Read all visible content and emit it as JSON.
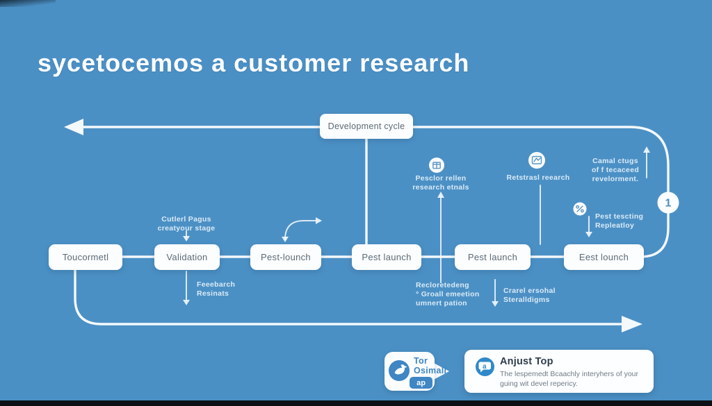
{
  "colors": {
    "background": "#4b90c5",
    "line": "#f4f9fc",
    "box_text": "#5d6a75",
    "accent": "#3e86c4"
  },
  "title": "sycetocemos a customer research",
  "development_cycle": {
    "label": "Development cycle"
  },
  "stages": [
    {
      "label": "Toucormetl"
    },
    {
      "label": "Validation"
    },
    {
      "label": "Pest-lounch"
    },
    {
      "label": "Pest launch"
    },
    {
      "label": "Pest launch"
    },
    {
      "label": "Eest lounch"
    }
  ],
  "milestone": {
    "number": "1"
  },
  "notes": {
    "above_validation": {
      "line1": "Cutlerl Pagus",
      "line2": "creatyour stage"
    },
    "below_validation": {
      "line1": "Feeebarch",
      "line2": "Resinats"
    },
    "above_launch_4": {
      "line1": "Pesclor rellen",
      "line2": "research etnals"
    },
    "above_launch_5": {
      "line1": "Retstrasl reearch"
    },
    "top_right": {
      "line1": "Camal ctugs",
      "line2": "of f tecaceed",
      "line3": "revelorment."
    },
    "mid_right": {
      "line1": "Pest tescting",
      "line2": "Repleatloy"
    },
    "below_launch_4": {
      "line1": "Recloretedeng",
      "line2": "° Groall emeetion",
      "line3": "umnert pation"
    },
    "below_launch_5": {
      "line1": "Crarel ersohal",
      "line2": "Steralldigms"
    }
  },
  "icons": {
    "above_launch_4": "gift-icon",
    "above_launch_5": "chart-icon",
    "mid_right": "analytics-icon",
    "logo": "bird-icon",
    "callout": "speech-bubble-icon"
  },
  "logo": {
    "word1": "Tor",
    "word2": "Osimall",
    "word3": "ap"
  },
  "callout": {
    "icon_letter": "a",
    "title": "Anjust Top",
    "body": "The lespemedt Bcaachly interyhers of your guing wit devel repericy."
  }
}
